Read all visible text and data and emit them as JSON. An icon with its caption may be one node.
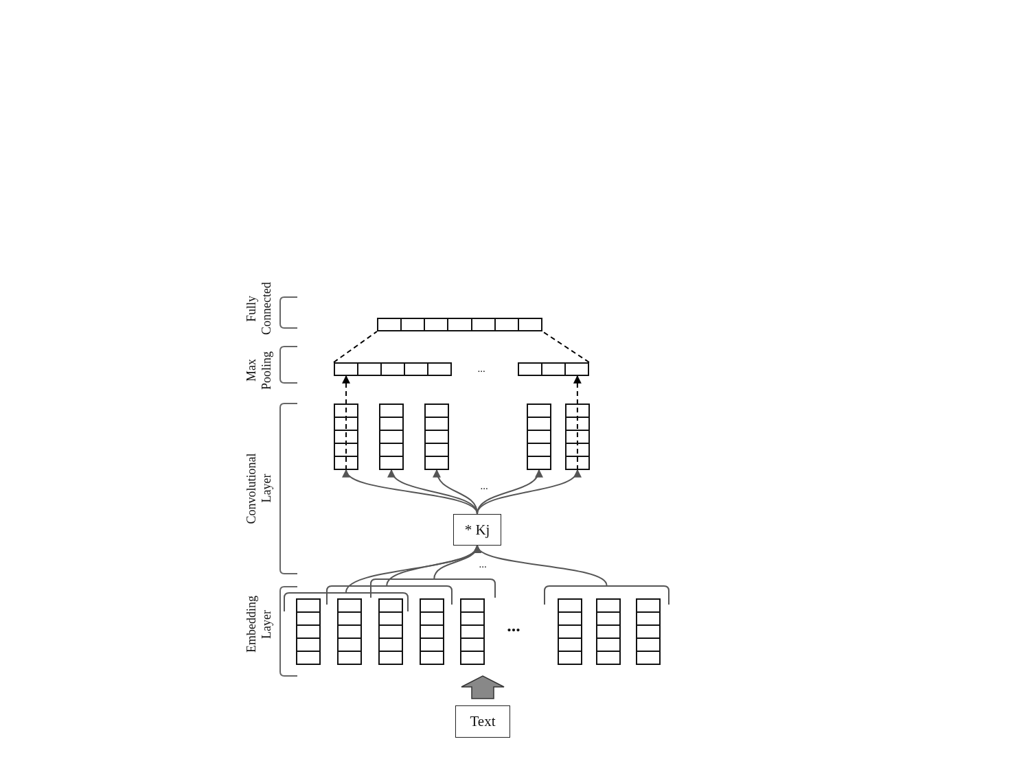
{
  "diagram": {
    "nodes": [
      {
        "text": [],
        "shape": "bar"
      },
      {
        "text": [],
        "shape": "bar"
      },
      {
        "text": [],
        "shape": "bar"
      },
      {
        "text": [],
        "shape": "bar"
      },
      {
        "text": [],
        "shape": "bar"
      },
      {
        "text": [],
        "shape": "bar"
      },
      {
        "text": [],
        "shape": "bar"
      },
      {
        "text": [],
        "shape": "bar"
      },
      {
        "text": [
          "* Kj"
        ]
      },
      {
        "text": [],
        "shape": "bracket"
      },
      {
        "text": [],
        "shape": "bracket"
      },
      {
        "text": [],
        "shape": "bracket"
      },
      {
        "text": [],
        "shape": "bracket"
      },
      {
        "text": [],
        "shape": "bar"
      },
      {
        "text": [],
        "shape": "bar"
      },
      {
        "text": [],
        "shape": "bar"
      },
      {
        "text": [],
        "shape": "bar"
      },
      {
        "text": [],
        "shape": "bar"
      },
      {
        "text": [],
        "shape": "bar"
      },
      {
        "text": [],
        "shape": "bar"
      },
      {
        "text": [],
        "shape": "bar"
      },
      {
        "text": [
          "Text"
        ]
      }
    ],
    "edges": [
      {
        "from": 8,
        "to": 3,
        "arrow": "to"
      },
      {
        "from": 8,
        "to": 4,
        "arrow": "to"
      },
      {
        "from": 8,
        "to": 5,
        "arrow": "to"
      },
      {
        "from": 8,
        "to": 6,
        "arrow": "to"
      },
      {
        "from": 8,
        "to": 7,
        "arrow": "to"
      },
      {
        "from": 9,
        "to": 8,
        "arrow": "to"
      },
      {
        "from": 10,
        "to": 8,
        "arrow": "to"
      },
      {
        "from": 11,
        "to": 8,
        "arrow": "to"
      },
      {
        "from": 12,
        "to": 8,
        "arrow": "to"
      },
      {
        "from": 3,
        "to": 1,
        "arrow": "to",
        "style": "dashed",
        "color": "#000000"
      },
      {
        "from": 7,
        "to": 2,
        "arrow": "to",
        "style": "dashed",
        "color": "#000000"
      },
      {
        "from": 1,
        "to": 0,
        "arrow": "none",
        "style": "dashed",
        "color": "#000000"
      },
      {
        "from": 2,
        "to": 0,
        "arrow": "none",
        "style": "dashed",
        "color": "#000000"
      },
      {
        "from": 21,
        "to": 17,
        "arrow": "to",
        "style": "thick",
        "color": "#888888"
      }
    ],
    "labels": [
      "Fully Connected",
      "Max Pooling",
      "...",
      "Convolutional Layer",
      "...",
      "...",
      "Embedding Layer",
      "..."
    ]
  }
}
